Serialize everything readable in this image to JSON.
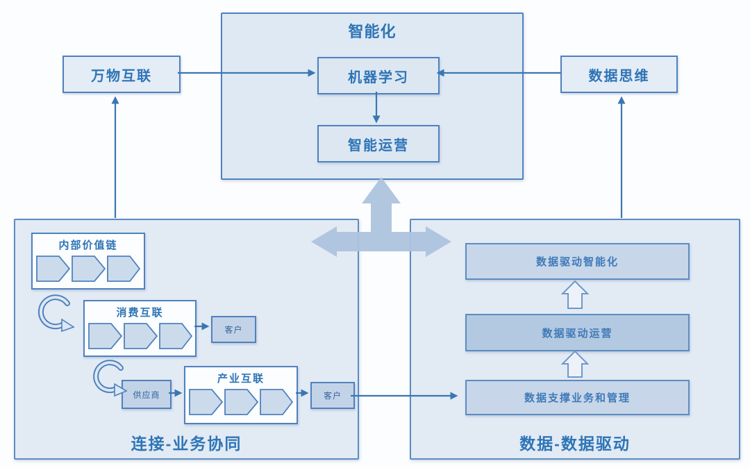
{
  "top_panel": {
    "title": "智能化",
    "machine_learning": "机器学习",
    "intelligent_ops": "智能运营"
  },
  "iot_box": "万物互联",
  "data_thinking_box": "数据思维",
  "left_panel": {
    "caption": "连接-业务协同",
    "internal_value_chain": "内部价值链",
    "consumer_internet": "消费互联",
    "customer_a": "客户",
    "supplier": "供应商",
    "industrial_internet": "产业互联",
    "customer_b": "客户"
  },
  "right_panel": {
    "caption": "数据-数据驱动",
    "boxes": [
      "数据驱动智能化",
      "数据驱动运营",
      "数据支撑业务和管理"
    ]
  },
  "colors": {
    "box_border": "#4f81bd",
    "panel_fill": "#e2eaf4",
    "text_blue": "#2e74b5",
    "connector": "#3a76b4",
    "big_arrow_fill": "#adc3dd"
  }
}
